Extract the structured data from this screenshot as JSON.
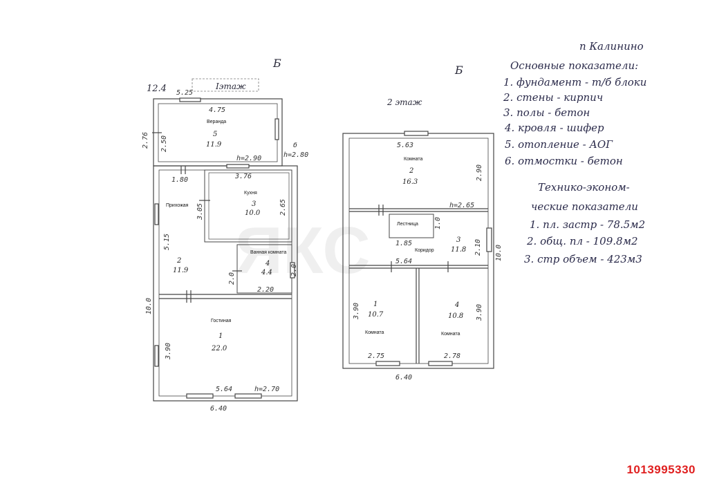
{
  "header": {
    "place": "п Калинино"
  },
  "floors": {
    "first": {
      "label": "Iэтаж",
      "letter": "Б",
      "height_marker": "12.4"
    },
    "second": {
      "label": "2 этаж",
      "letter": "Б"
    }
  },
  "rooms_floor1": {
    "veranda": {
      "name": "Веранда",
      "num": "5",
      "area": "11.9"
    },
    "kitchen": {
      "name": "Кухня",
      "num": "3",
      "area": "10.0"
    },
    "hallway": {
      "name": "Прихожая",
      "num": "2",
      "area": "11.9"
    },
    "bathroom": {
      "name": "Ванная комната",
      "num": "4",
      "area": "4.4"
    },
    "living": {
      "name": "Гостиная",
      "num": "1",
      "area": "22.0"
    }
  },
  "rooms_floor2": {
    "room_top": {
      "name": "Комната",
      "num": "2",
      "area": "16.3"
    },
    "stair": {
      "name": "Лестница"
    },
    "corridor": {
      "name": "Коридор",
      "num": "3",
      "area": "11.8"
    },
    "room_left": {
      "name": "Комната",
      "num": "1",
      "area": "10.7"
    },
    "room_right": {
      "name": "Комната",
      "num": "4",
      "area": "10.8"
    }
  },
  "dims_floor1": {
    "top_outer": "5.25",
    "top_inner": "4.75",
    "left_small": "2.76",
    "veranda_h": "2.50",
    "side_mark": "б",
    "side_h": "h=2.80",
    "v_h": "h=2.90",
    "hall_w": "1.80",
    "kitchen_w": "3.76",
    "kitchen_h": "2.65",
    "hall_mid": "3.05",
    "hall_h": "5.15",
    "bath_h1": "2.0",
    "bath_w": "2.20",
    "bath_h2": "2.0",
    "total_h": "10.0",
    "living_h": "3.90",
    "bottom_inner": "5.64",
    "bottom_h": "h=2.70",
    "bottom_outer": "6.40"
  },
  "dims_floor2": {
    "top_w": "5.63",
    "top_h": "2.90",
    "ceiling_h": "h=2.65",
    "stair_w": "1.85",
    "stair_h": "1.0",
    "corr_w": "5.64",
    "corr_h": "2.10",
    "right_total": "10.0",
    "left_h": "3.90",
    "right_h": "3.90",
    "left_w": "2.75",
    "right_w": "2.78",
    "bottom": "6.40"
  },
  "notes": {
    "basics_title": "Основные показатели:",
    "basics": [
      "1. фундамент - т/б блоки",
      "2. стены - кирпич",
      "3. полы - бетон",
      "4. кровля - шифер",
      "5. отопление - АОГ",
      "6. отмостки - бетон"
    ],
    "tech_title_1": "Технико-эконом-",
    "tech_title_2": "ческие показатели",
    "tech": [
      "1. пл. застр - 78.5м2",
      "2. общ. пл - 109.8м2",
      "3. стр объем - 423м3"
    ]
  },
  "watermark": "ЯКС",
  "listing_id": "1013995330"
}
